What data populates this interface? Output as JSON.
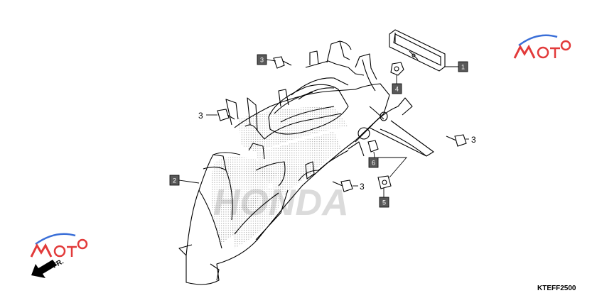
{
  "diagram": {
    "code": "KTEFF2500",
    "direction_label": "FR.",
    "watermark_text": "HONDA",
    "callouts": [
      {
        "label": "1",
        "style": "box"
      },
      {
        "label": "2",
        "style": "box"
      },
      {
        "label": "3",
        "style": "box"
      },
      {
        "label": "4",
        "style": "box"
      },
      {
        "label": "5",
        "style": "box"
      },
      {
        "label": "6",
        "style": "box"
      },
      {
        "label": "3",
        "style": "plain"
      },
      {
        "label": "3",
        "style": "plain"
      },
      {
        "label": "3",
        "style": "plain"
      }
    ]
  },
  "colors": {
    "line": "#000000",
    "box_fill": "#595959",
    "box_text": "#ffffff",
    "dots": "#9a9a9a",
    "watermark": "#c8c8c8",
    "logo_accent": "#e23a3a",
    "logo_blue": "#3a6fd8"
  }
}
